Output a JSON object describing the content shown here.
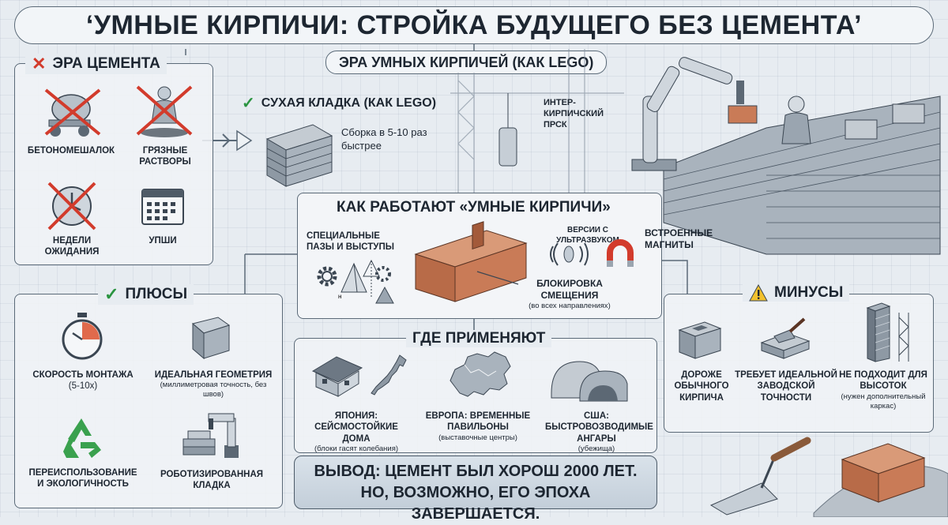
{
  "title": "‘УМНЫЕ КИРПИЧИ: СТРОЙКА БУДУЩЕГО БЕЗ ЦЕМЕНТА’",
  "cement_era": {
    "title": "ЭРА ЦЕМЕНТА",
    "items": [
      {
        "label": "БЕТОНОМЕШАЛОК"
      },
      {
        "label": "ГРЯЗНЫЕ РАСТВОРЫ"
      },
      {
        "label": "НЕДЕЛИ ОЖИДАНИЯ"
      },
      {
        "label": "УПШИ"
      }
    ]
  },
  "smart_era": {
    "title": "ЭРА УМНЫХ КИРПИЧЕЙ (КАК LEGO)",
    "dry_laying": "СУХАЯ КЛАДКА (КАК LEGO)",
    "assembly": "Сборка в 5-10 раз быстрее",
    "interbrick_line1": "ИНТЕР-",
    "interbrick_line2": "КИРПИЧСКИЙ",
    "interbrick_line3": "ПРСК"
  },
  "how_it_works": {
    "title": "КАК РАБОТАЮТ «УМНЫЕ КИРПИЧИ»",
    "grooves": "СПЕЦИАЛЬНЫЕ ПАЗЫ И ВЫСТУПЫ",
    "ultrasound": "ВЕРСИИ С УЛЬТРАЗВУКОМ",
    "magnets": "ВСТРОЕННЫЕ МАГНИТЫ",
    "lock": "БЛОКИРОВКА СМЕЩЕНИЯ",
    "lock_note": "(во всех направлениях)",
    "pyramid_letter": "н"
  },
  "pros": {
    "title": "ПЛЮСЫ",
    "items": [
      {
        "label": "СКОРОСТЬ МОНТАЖА",
        "note": "(5-10x)"
      },
      {
        "label": "ИДЕАЛЬНАЯ ГЕОМЕТРИЯ",
        "note": "(миллиметровая точность, без швов)"
      },
      {
        "label": "ПЕРЕИСПОЛЬЗОВАНИЕ И ЭКОЛОГИЧНОСТЬ",
        "note": ""
      },
      {
        "label": "РОБОТИЗИРОВАННАЯ КЛАДКА",
        "note": ""
      }
    ]
  },
  "where": {
    "title": "ГДЕ ПРИМЕНЯЮТ",
    "items": [
      {
        "label": "ЯПОНИЯ: СЕЙСМОСТОЙКИЕ ДОМА",
        "note": "(блоки гасят колебания)"
      },
      {
        "label": "ЕВРОПА: ВРЕМЕННЫЕ ПАВИЛЬОНЫ",
        "note": "(выставочные центры)"
      },
      {
        "label": "США: БЫСТРОВОЗВОДИМЫЕ АНГАРЫ",
        "note": "(убежища)"
      }
    ]
  },
  "cons": {
    "title": "МИНУСЫ",
    "items": [
      {
        "label": "ДОРОЖЕ ОБЫЧНОГО КИРПИЧА",
        "note": ""
      },
      {
        "label": "ТРЕБУЕТ ИДЕАЛЬНОЙ ЗАВОДСКОЙ ТОЧНОСТИ",
        "note": ""
      },
      {
        "label": "НЕ ПОДХОДИТ ДЛЯ ВЫСОТОК",
        "note": "(нужен дополнительный каркас)"
      }
    ]
  },
  "conclusion": {
    "line1": "ВЫВОД: ЦЕМЕНТ БЫЛ ХОРОШ 2000 ЛЕТ.",
    "line2": "НО, ВОЗМОЖНО, ЕГО ЭПОХА ЗАВЕРШАЕТСЯ."
  },
  "colors": {
    "brick": "#c97b57",
    "block": "#a9b3bd",
    "accent_red": "#d23b2c",
    "accent_green": "#2a9440",
    "warning": "#f2c12e"
  }
}
